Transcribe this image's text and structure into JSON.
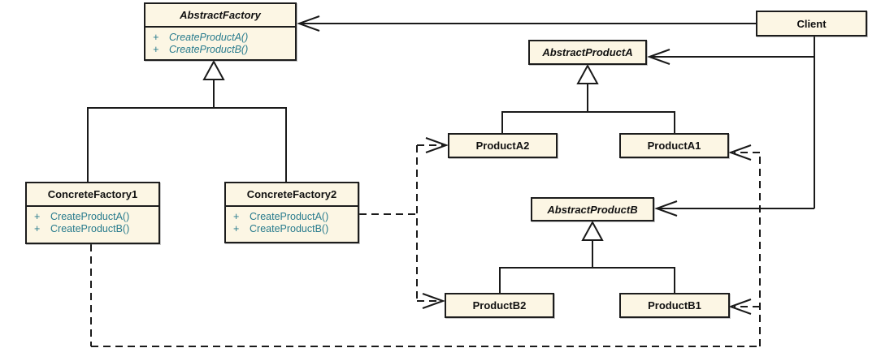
{
  "diagram": {
    "kind": "uml-class-diagram",
    "pattern": "Abstract Factory"
  },
  "colors": {
    "canvas_background": "#FFFFFF",
    "box_fill": "#FCF6E4",
    "box_border": "#1C1C1C",
    "title_text": "#111111",
    "method_text": "#287B8D",
    "line": "#1A1A1A"
  },
  "classes": {
    "abstract_factory": {
      "name": "AbstractFactory",
      "abstract": true,
      "methods": [
        {
          "visibility": "+",
          "signature": "CreateProductA()"
        },
        {
          "visibility": "+",
          "signature": "CreateProductB()"
        }
      ]
    },
    "client": {
      "name": "Client",
      "abstract": false
    },
    "abstract_product_a": {
      "name": "AbstractProductA",
      "abstract": true
    },
    "product_a2": {
      "name": "ProductA2",
      "abstract": false
    },
    "product_a1": {
      "name": "ProductA1",
      "abstract": false
    },
    "abstract_product_b": {
      "name": "AbstractProductB",
      "abstract": true
    },
    "product_b2": {
      "name": "ProductB2",
      "abstract": false
    },
    "product_b1": {
      "name": "ProductB1",
      "abstract": false
    },
    "concrete_factory1": {
      "name": "ConcreteFactory1",
      "abstract": false,
      "methods": [
        {
          "visibility": "+",
          "signature": "CreateProductA()"
        },
        {
          "visibility": "+",
          "signature": "CreateProductB()"
        }
      ]
    },
    "concrete_factory2": {
      "name": "ConcreteFactory2",
      "abstract": false,
      "methods": [
        {
          "visibility": "+",
          "signature": "CreateProductA()"
        },
        {
          "visibility": "+",
          "signature": "CreateProductB()"
        }
      ]
    }
  },
  "relationships": [
    {
      "type": "generalization",
      "from": "ConcreteFactory1",
      "to": "AbstractFactory"
    },
    {
      "type": "generalization",
      "from": "ConcreteFactory2",
      "to": "AbstractFactory"
    },
    {
      "type": "generalization",
      "from": "ProductA2",
      "to": "AbstractProductA"
    },
    {
      "type": "generalization",
      "from": "ProductA1",
      "to": "AbstractProductA"
    },
    {
      "type": "generalization",
      "from": "ProductB2",
      "to": "AbstractProductB"
    },
    {
      "type": "generalization",
      "from": "ProductB1",
      "to": "AbstractProductB"
    },
    {
      "type": "association",
      "from": "Client",
      "to": "AbstractFactory"
    },
    {
      "type": "association",
      "from": "Client",
      "to": "AbstractProductA"
    },
    {
      "type": "association",
      "from": "Client",
      "to": "AbstractProductB"
    },
    {
      "type": "dependency",
      "from": "ConcreteFactory2",
      "to": "ProductA2"
    },
    {
      "type": "dependency",
      "from": "ConcreteFactory2",
      "to": "ProductB2"
    },
    {
      "type": "dependency",
      "from": "ConcreteFactory1",
      "to": "ProductA1"
    },
    {
      "type": "dependency",
      "from": "ConcreteFactory1",
      "to": "ProductB1"
    }
  ]
}
